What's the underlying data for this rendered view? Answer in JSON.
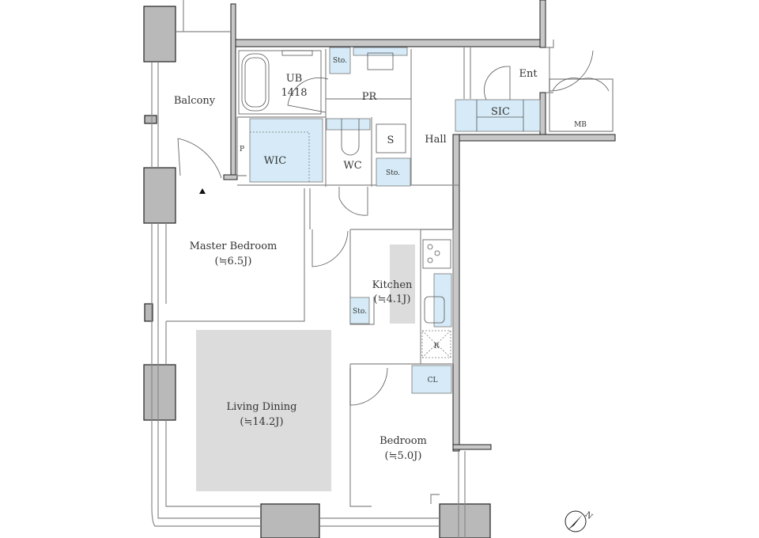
{
  "rooms": {
    "balcony": "Balcony",
    "ub": "UB",
    "ub_size": "1418",
    "pr": "PR",
    "storage": "Sto.",
    "ent": "Ent",
    "sic": "SIC",
    "mb": "MB",
    "hall": "Hall",
    "s": "S",
    "wic": "WIC",
    "wc": "WC",
    "p": "P",
    "master_bedroom": "Master Bedroom",
    "master_bedroom_size": "(≒6.5J)",
    "kitchen": "Kitchen",
    "kitchen_size": "(≒4.1J)",
    "r": "R",
    "cl": "CL",
    "living_dining": "Living Dining",
    "living_dining_size": "(≒14.2J)",
    "bedroom": "Bedroom",
    "bedroom_size": "(≒5.0J)"
  },
  "colors": {
    "storage_fill": "#d6ebf7",
    "furniture_fill": "#dcdcdc",
    "wall_fill": "#c8c8c8"
  },
  "compass": {
    "icon": "north-arrow-icon",
    "label": "N"
  }
}
